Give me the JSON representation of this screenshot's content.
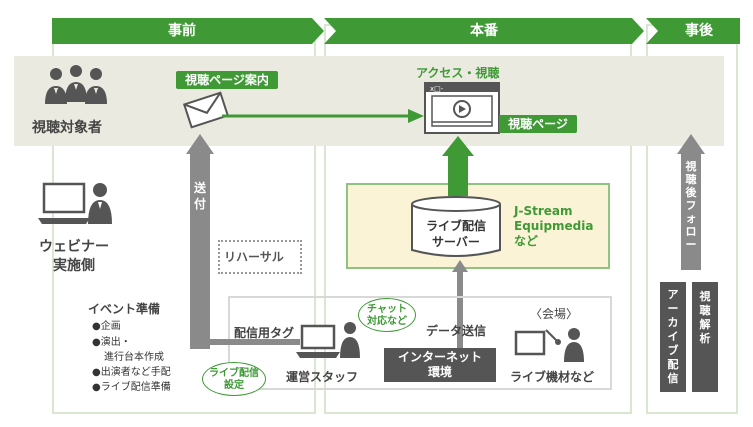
{
  "phases": {
    "pre": "事前",
    "live": "本番",
    "post": "事後"
  },
  "audience": {
    "label": "視聴対象者",
    "email_label": "視聴ページ案内",
    "access_label": "アクセス・視聴",
    "page_label": "視聴ページ"
  },
  "send_label": "送付",
  "host": {
    "label_line1": "ウェビナー",
    "label_line2": "実施側"
  },
  "platform": {
    "server_line1": "ライブ配信",
    "server_line2": "サーバー",
    "brand_line1": "J-Stream",
    "brand_line2": "Equipmedia",
    "brand_line3": "など"
  },
  "rehearsal": "リハーサル",
  "prep": {
    "title": "イベント準備",
    "items": [
      "●企画",
      "●演出・",
      "進行台本作成",
      "●出演者など手配",
      "●ライブ配信準備"
    ]
  },
  "operations": {
    "tag_label": "配信用タグ",
    "staff_label": "運営スタッフ",
    "chat_line1": "チャット",
    "chat_line2": "対応など",
    "setup_line1": "ライブ配信",
    "setup_line2": "設定",
    "data_label": "データ送信",
    "internet_line1": "インターネット",
    "internet_line2": "環境",
    "venue_label": "〈会場〉",
    "equipment_label": "ライブ機材など"
  },
  "post": {
    "followup": "視聴後フォロー",
    "archive": "アーカイブ配信",
    "analytics": "視聴解析"
  },
  "colors": {
    "green": "#3f9a36",
    "band": "#ebeae1",
    "dark_grey": "#555555",
    "arrow_grey": "#8a8a8a",
    "server_bg": "#fbf3d6",
    "server_border": "#8ec47f"
  }
}
